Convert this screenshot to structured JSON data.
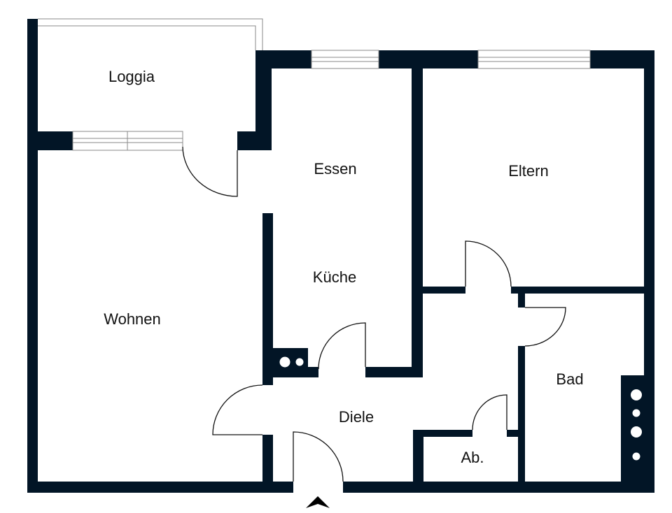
{
  "plan": {
    "wall_color": "#021526",
    "rooms": {
      "loggia": "Loggia",
      "essen": "Essen",
      "eltern": "Eltern",
      "kueche": "Küche",
      "wohnen": "Wohnen",
      "diele": "Diele",
      "bad": "Bad",
      "abstellraum": "Ab."
    },
    "entrance_marker": "entrance-arrow-icon"
  }
}
